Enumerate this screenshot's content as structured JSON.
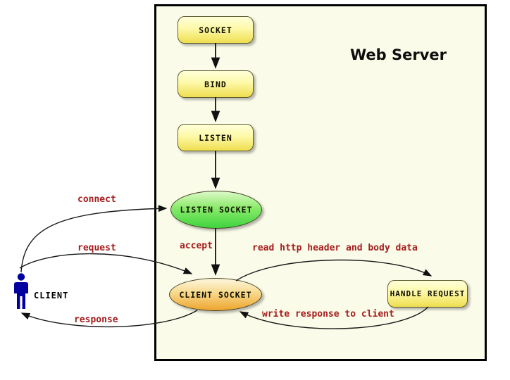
{
  "diagram": {
    "title": "Web Server",
    "nodes": {
      "socket": {
        "label": "SOCKET"
      },
      "bind": {
        "label": "BIND"
      },
      "listen": {
        "label": "LISTEN"
      },
      "listen_socket": {
        "label": "LISTEN SOCKET"
      },
      "client_socket": {
        "label": "CLIENT SOCKET"
      },
      "handle_request": {
        "label": "HANDLE REQUEST"
      }
    },
    "actor": {
      "label": "CLIENT"
    },
    "edge_labels": {
      "connect": "connect",
      "request": "request",
      "response": "response",
      "accept": "accept",
      "read": "read http header and body data",
      "write": "write response to client"
    },
    "colors": {
      "server_box_background": "#FBFBE9",
      "server_box_border": "#000000",
      "yellow_node_top": "#FFFFD9",
      "yellow_node_bottom": "#EFDE4F",
      "green_node_top": "#DDF9C9",
      "green_node_bottom": "#3FD43F",
      "orange_node_top": "#FDF6DD",
      "orange_node_bottom": "#EDA42E",
      "edge_label_red": "#A51D1D",
      "actor_blue": "#0000A0",
      "arrow_black": "#111111"
    }
  }
}
